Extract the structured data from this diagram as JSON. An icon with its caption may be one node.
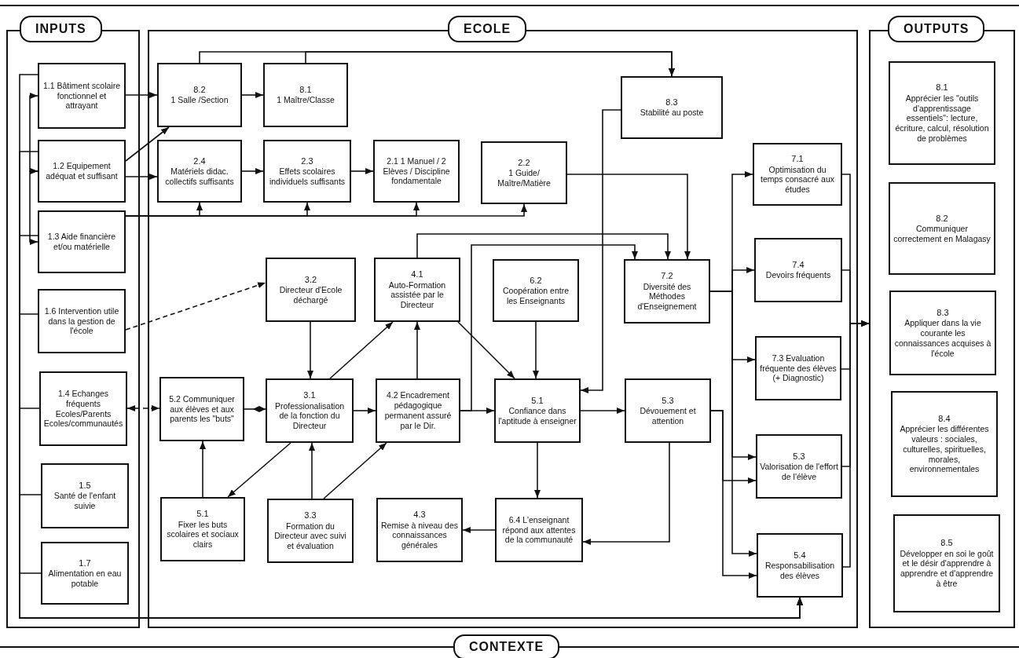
{
  "diagram": {
    "nodes": [
      {
        "text": [
          "INPUTS"
        ]
      },
      {
        "text": [
          "ECOLE"
        ]
      },
      {
        "text": [
          "OUTPUTS"
        ]
      },
      {
        "text": [
          "1.1 Bâtiment scolaire fonctionnel et attrayant"
        ],
        "in": 0
      },
      {
        "text": [
          "1.2 Equipement adéquat et suffisant"
        ],
        "in": 0
      },
      {
        "text": [
          "1.3 Aide financière et/ou matérielle"
        ],
        "in": 0
      },
      {
        "text": [
          "1.6 Intervention utile dans la gestion de l'école"
        ],
        "in": 0
      },
      {
        "text": [
          "1.4 Echanges fréquents Ecoles/Parents Ecoles/communautés"
        ],
        "in": 0
      },
      {
        "text": [
          "1.5",
          "Santé de l'enfant suivie"
        ],
        "in": 0
      },
      {
        "text": [
          "1.7",
          "Alimentation en eau potable"
        ],
        "in": 0
      },
      {
        "text": [
          "8.2",
          "1 Salle /Section"
        ],
        "in": 1
      },
      {
        "text": [
          "8.1",
          "1 Maître/Classe"
        ],
        "in": 1
      },
      {
        "text": [
          "8.3",
          "Stabilité au poste"
        ],
        "in": 1
      },
      {
        "text": [
          "2.4",
          "Matériels didac. collectifs suffisants"
        ],
        "in": 1
      },
      {
        "text": [
          "2.3",
          "Effets scolaires individuels suffisants"
        ],
        "in": 1
      },
      {
        "text": [
          "2.1 1 Manuel / 2 Elèves / Discipline fondamentale"
        ],
        "in": 1
      },
      {
        "text": [
          "2.2",
          "1 Guide/ Maître/Matière"
        ],
        "in": 1
      },
      {
        "text": [
          "3.2",
          "Directeur d'Ecole déchargé"
        ],
        "in": 1
      },
      {
        "text": [
          "4.1",
          "Auto-Formation assistée par le Directeur"
        ],
        "in": 1
      },
      {
        "text": [
          "6.2",
          "Coopération entre les Enseignants"
        ],
        "in": 1
      },
      {
        "text": [
          "7.2",
          "Diversité des Méthodes d'Enseignement"
        ],
        "in": 1
      },
      {
        "text": [
          "5.2 Communiquer aux élèves et aux parents les \"buts\""
        ],
        "in": 1
      },
      {
        "text": [
          "3.1",
          "Professionalisation de la fonction du Directeur"
        ],
        "in": 1
      },
      {
        "text": [
          "4.2 Encadrement pédagogique permanent assuré par le Dir."
        ],
        "in": 1
      },
      {
        "text": [
          "5.1",
          "Confiance dans l'aptitude à enseigner"
        ],
        "in": 1
      },
      {
        "text": [
          "5.3",
          "Dévouement et attention"
        ],
        "in": 1
      },
      {
        "text": [
          "5.1",
          "Fixer les buts scolaires et sociaux clairs"
        ],
        "in": 1
      },
      {
        "text": [
          "3.3",
          "Formation du Directeur avec suivi et évaluation"
        ],
        "in": 1
      },
      {
        "text": [
          "4.3",
          "Remise à niveau des connaissances générales"
        ],
        "in": 1
      },
      {
        "text": [
          "6.4 L'enseignant répond aux attentes de la communauté"
        ],
        "in": 1
      },
      {
        "text": [
          "7.1",
          "Optimisation du temps consacré aux études"
        ],
        "in": 1
      },
      {
        "text": [
          "7.4",
          "Devoirs fréquents"
        ],
        "in": 1
      },
      {
        "text": [
          "7.3 Evaluation fréquente des élèves (+ Diagnostic)"
        ],
        "in": 1
      },
      {
        "text": [
          "5.3",
          "Valorisation de l'effort de l'élève"
        ],
        "in": 1
      },
      {
        "text": [
          "5.4",
          "Responsabilisation des élèves"
        ],
        "in": 1
      },
      {
        "text": [
          "8.1",
          "Apprécier les \"outils d'apprentissage essentiels\": lecture, écriture, calcul, résolution de problèmes"
        ],
        "in": 2
      },
      {
        "text": [
          "8.2",
          "Communiquer correctement en Malagasy"
        ],
        "in": 2
      },
      {
        "text": [
          "8.3",
          "Appliquer dans la vie courante les connaissances acquises à l'école"
        ],
        "in": 2
      },
      {
        "text": [
          "8.4",
          "Apprécier les différentes valeurs : sociales, culturelles, spirituelles, morales, environnementales"
        ],
        "in": 2
      },
      {
        "text": [
          "8.5",
          "Développer en soi le goût et le désir d'apprendre à apprendre et d'apprendre à être"
        ],
        "in": 2
      }
    ],
    "edges": [
      {
        "from": 3,
        "to": 4,
        "arrow": "both"
      },
      {
        "from": 4,
        "to": 5,
        "arrow": "both"
      },
      {
        "from": 3,
        "to": 10,
        "arrow": "to"
      },
      {
        "from": 4,
        "to": 10,
        "arrow": "to"
      },
      {
        "from": 4,
        "to": 13,
        "arrow": "to"
      },
      {
        "from": 5,
        "to": 13,
        "arrow": "to"
      },
      {
        "from": 5,
        "to": 14,
        "arrow": "to"
      },
      {
        "from": 5,
        "to": 15,
        "arrow": "to"
      },
      {
        "from": 5,
        "to": 16,
        "arrow": "to"
      },
      {
        "from": 6,
        "to": 17,
        "arrow": "to",
        "style": "dashed"
      },
      {
        "from": 7,
        "to": 21,
        "arrow": "both",
        "style": "dashed"
      },
      {
        "from": 10,
        "to": 11,
        "arrow": "to"
      },
      {
        "from": 10,
        "to": 12,
        "arrow": "to"
      },
      {
        "from": 11,
        "to": 12,
        "arrow": "to"
      },
      {
        "from": 13,
        "to": 14,
        "arrow": "to"
      },
      {
        "from": 14,
        "to": 15,
        "arrow": "to"
      },
      {
        "from": 16,
        "to": 20,
        "arrow": "to"
      },
      {
        "from": 12,
        "to": 24,
        "arrow": "to"
      },
      {
        "from": 18,
        "to": 20,
        "arrow": "to"
      },
      {
        "from": 23,
        "to": 20,
        "arrow": "to"
      },
      {
        "from": 23,
        "to": 24,
        "arrow": "to"
      },
      {
        "from": 18,
        "to": 24,
        "arrow": "to"
      },
      {
        "from": 19,
        "to": 24,
        "arrow": "to"
      },
      {
        "from": 17,
        "to": 22,
        "arrow": "to"
      },
      {
        "from": 22,
        "to": 18,
        "arrow": "to"
      },
      {
        "from": 22,
        "to": 23,
        "arrow": "to"
      },
      {
        "from": 23,
        "to": 18,
        "arrow": "to"
      },
      {
        "from": 27,
        "to": 23,
        "arrow": "to"
      },
      {
        "from": 27,
        "to": 22,
        "arrow": "to"
      },
      {
        "from": 22,
        "to": 26,
        "arrow": "to"
      },
      {
        "from": 26,
        "to": 21,
        "arrow": "to"
      },
      {
        "from": 21,
        "to": 22,
        "arrow": "other"
      },
      {
        "from": 24,
        "to": 25,
        "arrow": "to"
      },
      {
        "from": 24,
        "to": 29,
        "arrow": "to"
      },
      {
        "from": 29,
        "to": 28,
        "arrow": "to"
      },
      {
        "from": 25,
        "to": 29,
        "arrow": "to"
      },
      {
        "from": 25,
        "to": 33,
        "arrow": "to"
      },
      {
        "from": 25,
        "to": 34,
        "arrow": "to"
      },
      {
        "from": 20,
        "to": 30,
        "arrow": "to"
      },
      {
        "from": 20,
        "to": 31,
        "arrow": "to"
      },
      {
        "from": 20,
        "to": 32,
        "arrow": "to"
      },
      {
        "from": 20,
        "to": 33,
        "arrow": "to"
      },
      {
        "from": 20,
        "to": 34,
        "arrow": "to"
      },
      {
        "from": 30,
        "to": 2,
        "arrow": "to"
      },
      {
        "from": 31,
        "to": 2,
        "arrow": "to"
      },
      {
        "from": 32,
        "to": 2,
        "arrow": "to"
      },
      {
        "from": 33,
        "to": 2,
        "arrow": "to"
      },
      {
        "from": 34,
        "to": 2,
        "arrow": "to"
      },
      {
        "from": 3,
        "to": 34,
        "arrow": "to"
      },
      {
        "from": 4,
        "to": 34,
        "arrow": "to"
      },
      {
        "from": 5,
        "to": 34,
        "arrow": "to"
      },
      {
        "from": 6,
        "to": 34,
        "arrow": "to"
      },
      {
        "from": 7,
        "to": 34,
        "arrow": "to"
      },
      {
        "from": 8,
        "to": 34,
        "arrow": "to"
      },
      {
        "from": 9,
        "to": 34,
        "arrow": "to"
      }
    ],
    "labels": [
      "CONTEXTE"
    ]
  }
}
